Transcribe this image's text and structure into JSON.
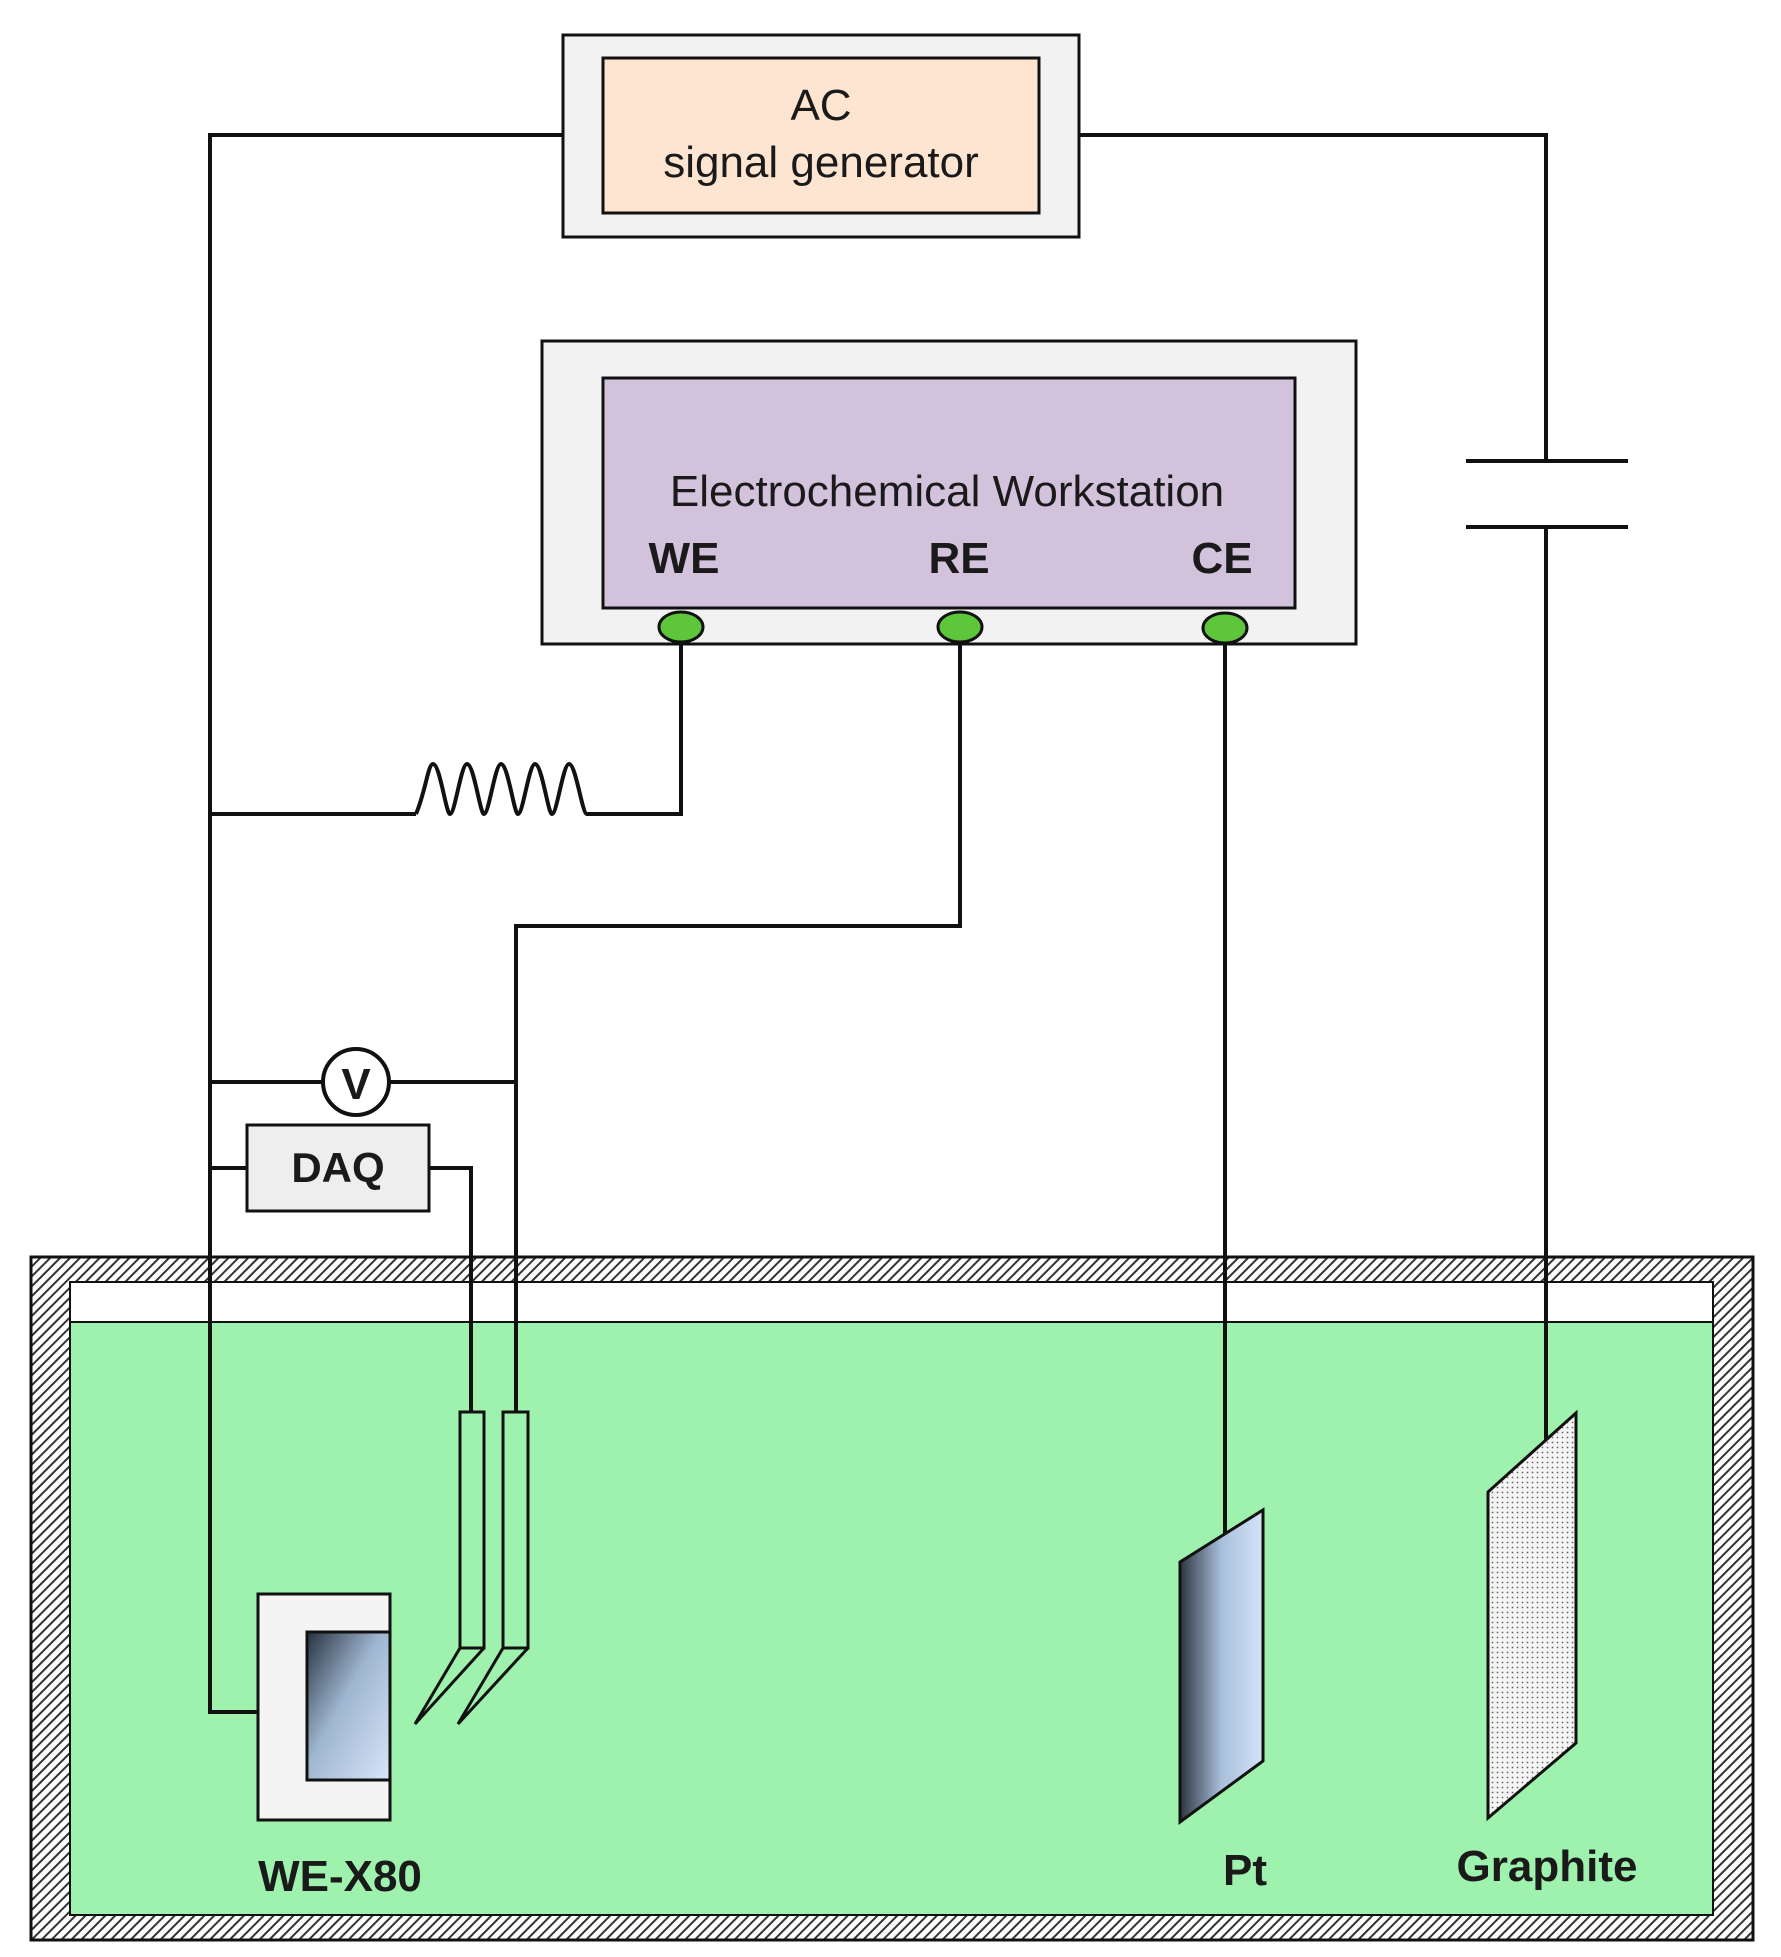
{
  "ac_generator": {
    "line1": "AC",
    "line2": "signal generator"
  },
  "workstation": {
    "title": "Electrochemical Workstation",
    "we": "WE",
    "re": "RE",
    "ce": "CE"
  },
  "voltmeter": {
    "symbol": "V"
  },
  "daq": {
    "label": "DAQ"
  },
  "electrodes": {
    "working": "WE-X80",
    "counter": "Pt",
    "auxiliary": "Graphite"
  },
  "colors": {
    "electrolyte": "#9ef2ad",
    "ac_box_inner": "#fde5d1",
    "ac_box_outer": "#f2f2f2",
    "workstation_inner": "#d3c2db",
    "workstation_outer": "#f2f2f2",
    "terminal": "#5dc63a",
    "pt_plate": "#cfe0f7",
    "graphite_plate": "#eeeeee",
    "wires": "#111111"
  }
}
